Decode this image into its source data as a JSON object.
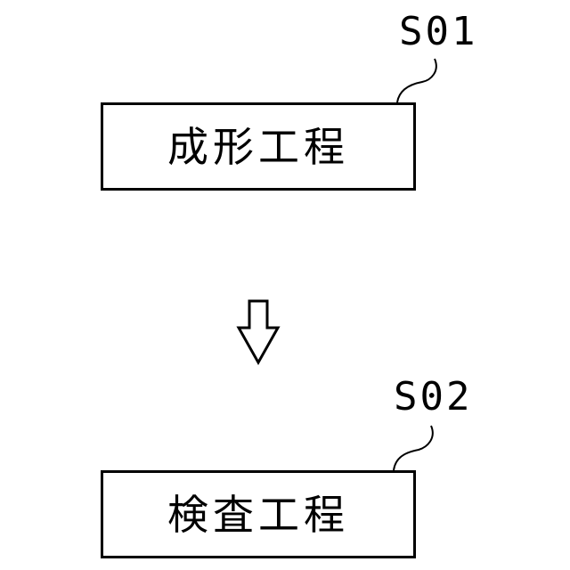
{
  "steps": [
    {
      "id": "S01",
      "label": "成形工程"
    },
    {
      "id": "S02",
      "label": "検査工程"
    }
  ],
  "colors": {
    "line": "#000000",
    "background": "#ffffff"
  }
}
